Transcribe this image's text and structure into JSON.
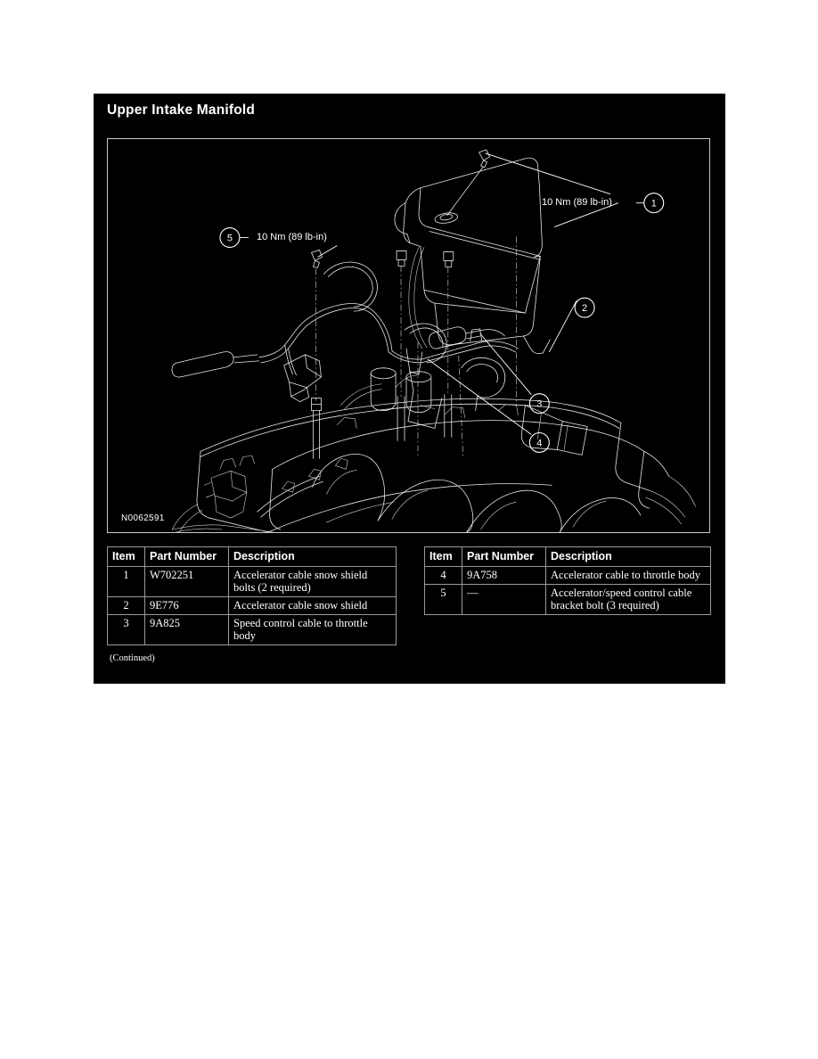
{
  "document": {
    "title": "Upper Intake Manifold",
    "figure_id": "N0062591",
    "continued_note": "(Continued)",
    "background_color": "#000000",
    "text_color": "#ffffff",
    "border_color": "#c9c9c9"
  },
  "figure": {
    "callouts": [
      {
        "id": "1",
        "number": "1",
        "torque_label": "10 Nm (89 lb-in)"
      },
      {
        "id": "2",
        "number": "2",
        "torque_label": ""
      },
      {
        "id": "3",
        "number": "3",
        "torque_label": ""
      },
      {
        "id": "4",
        "number": "4",
        "torque_label": ""
      },
      {
        "id": "5",
        "number": "5",
        "torque_label": "10 Nm (89 lb-in)"
      }
    ],
    "torque_top_right": "10 Nm (89 lb-in)",
    "torque_top_left": "10 Nm (89 lb-in)"
  },
  "tables": {
    "headers": [
      "Item",
      "Part Number",
      "Description"
    ],
    "left_rows": [
      {
        "item": "1",
        "part_number": "W702251",
        "description": "Accelerator cable snow shield bolts (2 required)"
      },
      {
        "item": "2",
        "part_number": "9E776",
        "description": "Accelerator cable snow shield"
      },
      {
        "item": "3",
        "part_number": "9A825",
        "description": "Speed control cable to throttle body"
      }
    ],
    "right_rows": [
      {
        "item": "4",
        "part_number": "9A758",
        "description": "Accelerator cable to throttle body"
      },
      {
        "item": "5",
        "part_number": "—",
        "description": "Accelerator/speed control cable bracket bolt (3 required)"
      }
    ]
  }
}
